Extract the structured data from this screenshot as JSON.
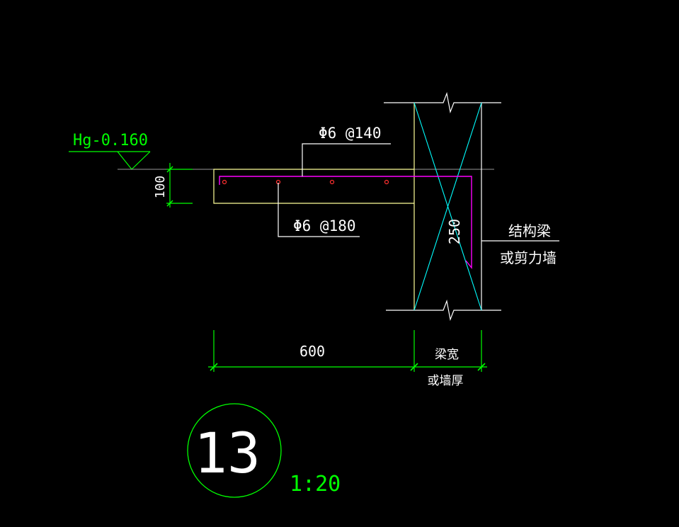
{
  "colors": {
    "background": "#000000",
    "dimension": "#00ff00",
    "leader": "#ffffff",
    "concrete_outline": "#ffff99",
    "rebar": "#ff00ff",
    "rebar_dots": "#ff0000",
    "hatch": "#00ffff",
    "text": "#ffffff"
  },
  "labels": {
    "elevation": "Hg-0.160",
    "top_rebar": "Φ6 @140",
    "bottom_rebar": "Φ6 @180",
    "slab_thickness": "100",
    "wall_dim": "250",
    "support_line1": "结构梁",
    "support_line2": "或剪力墙",
    "cantilever_length": "600",
    "beam_width_line1": "梁宽",
    "beam_width_line2": "或墙厚",
    "detail_number": "13",
    "scale": "1:20"
  },
  "icons": {
    "elevation_marker": "triangle-elevation-icon",
    "break_marks": "zigzag-break-icon",
    "detail_circle": "detail-bubble-icon"
  }
}
